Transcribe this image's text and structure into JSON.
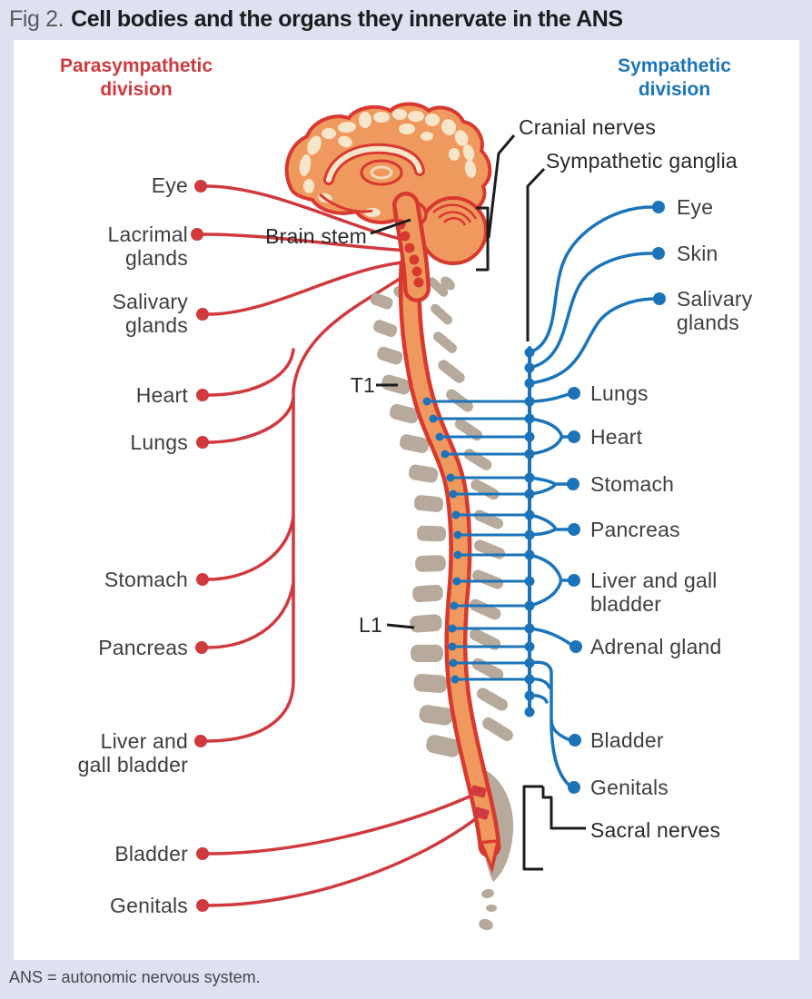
{
  "title": {
    "prefix": "Fig 2.",
    "text": "Cell bodies and the organs they innervate in the ANS"
  },
  "headers": {
    "parasympathetic": "Parasympathetic division",
    "sympathetic": "Sympathetic division"
  },
  "labels": {
    "parasympathetic": [
      "Eye",
      "Lacrimal glands",
      "Salivary glands",
      "Heart",
      "Lungs",
      "Stomach",
      "Pancreas",
      "Liver and gall bladder",
      "Bladder",
      "Genitals"
    ],
    "sympathetic": [
      "Eye",
      "Skin",
      "Salivary glands",
      "Lungs",
      "Heart",
      "Stomach",
      "Pancreas",
      "Liver and gall bladder",
      "Adrenal gland",
      "Bladder",
      "Genitals"
    ],
    "anatomy": {
      "brain_stem": "Brain stem",
      "cranial_nerves": "Cranial nerves",
      "sympathetic_ganglia": "Sympathetic ganglia",
      "t1": "T1",
      "l1": "L1",
      "sacral_nerves": "Sacral nerves"
    }
  },
  "footnote": "ANS = autonomic nervous system.",
  "colors": {
    "background": "#dee2f0",
    "parasympathetic_red": "#cf3a3f",
    "sympathetic_blue": "#1b74ba",
    "brain_orange": "#f0995f",
    "brain_cream": "#f8e6ca",
    "outline_red": "#d8392f",
    "vertebrae_tan": "#b7a99c",
    "label_text": "#3d3e40"
  }
}
